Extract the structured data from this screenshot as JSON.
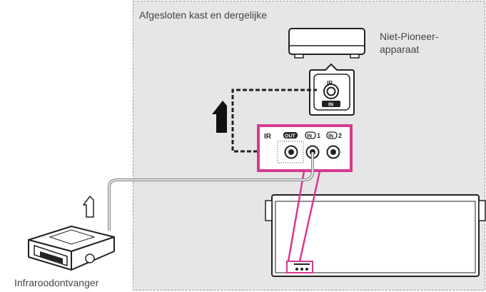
{
  "enclosure": {
    "label": "Afgesloten kast en dergelijke"
  },
  "device": {
    "label_line1": "Niet-Pioneer-",
    "label_line2": "apparaat"
  },
  "device_jack": {
    "top_label": "IR",
    "bottom_label": "IN"
  },
  "panel": {
    "ir_label": "IR",
    "out_label": "OUT",
    "in1_label": "IN",
    "in1_number": "1",
    "in2_label": "IN",
    "in2_number": "2"
  },
  "receiver": {
    "label": "Infraroodontvanger"
  },
  "colors": {
    "highlight": "#d63a8f",
    "enclosure_fill": "#e6e6e6",
    "line": "#333333"
  }
}
